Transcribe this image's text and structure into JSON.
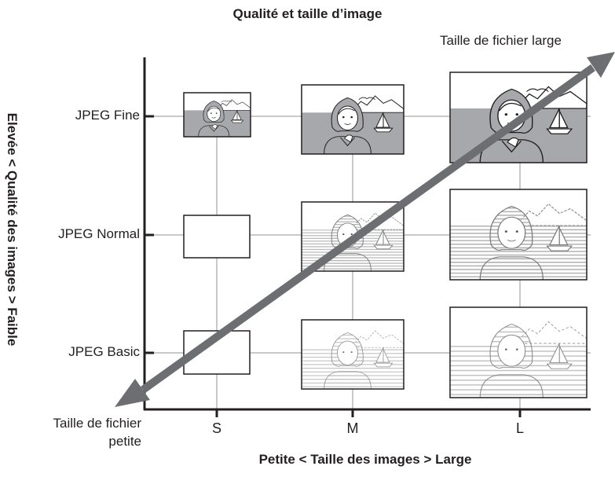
{
  "title": "Qualité et taille d’image",
  "y_axis_label": "Elevée < Qualité des images > Faible",
  "x_axis_label": "Petite < Taille des images > Large",
  "arrow_label_large": "Taille de fichier large",
  "arrow_label_small_line1": "Taille de fichier",
  "arrow_label_small_line2": "petite",
  "rows": [
    {
      "label": "JPEG Fine",
      "thumbnail_style": "full shaded"
    },
    {
      "label": "JPEG Normal",
      "thumbnail_style": "light lined"
    },
    {
      "label": "JPEG Basic",
      "thumbnail_style": "lighter lined"
    }
  ],
  "columns": [
    {
      "label": "S"
    },
    {
      "label": "M"
    },
    {
      "label": "L"
    }
  ],
  "colors": {
    "axis": "#231f20",
    "grid": "#c9c9c9",
    "arrow": "#6d6e71",
    "fine_fill": "#a6a8ab"
  }
}
